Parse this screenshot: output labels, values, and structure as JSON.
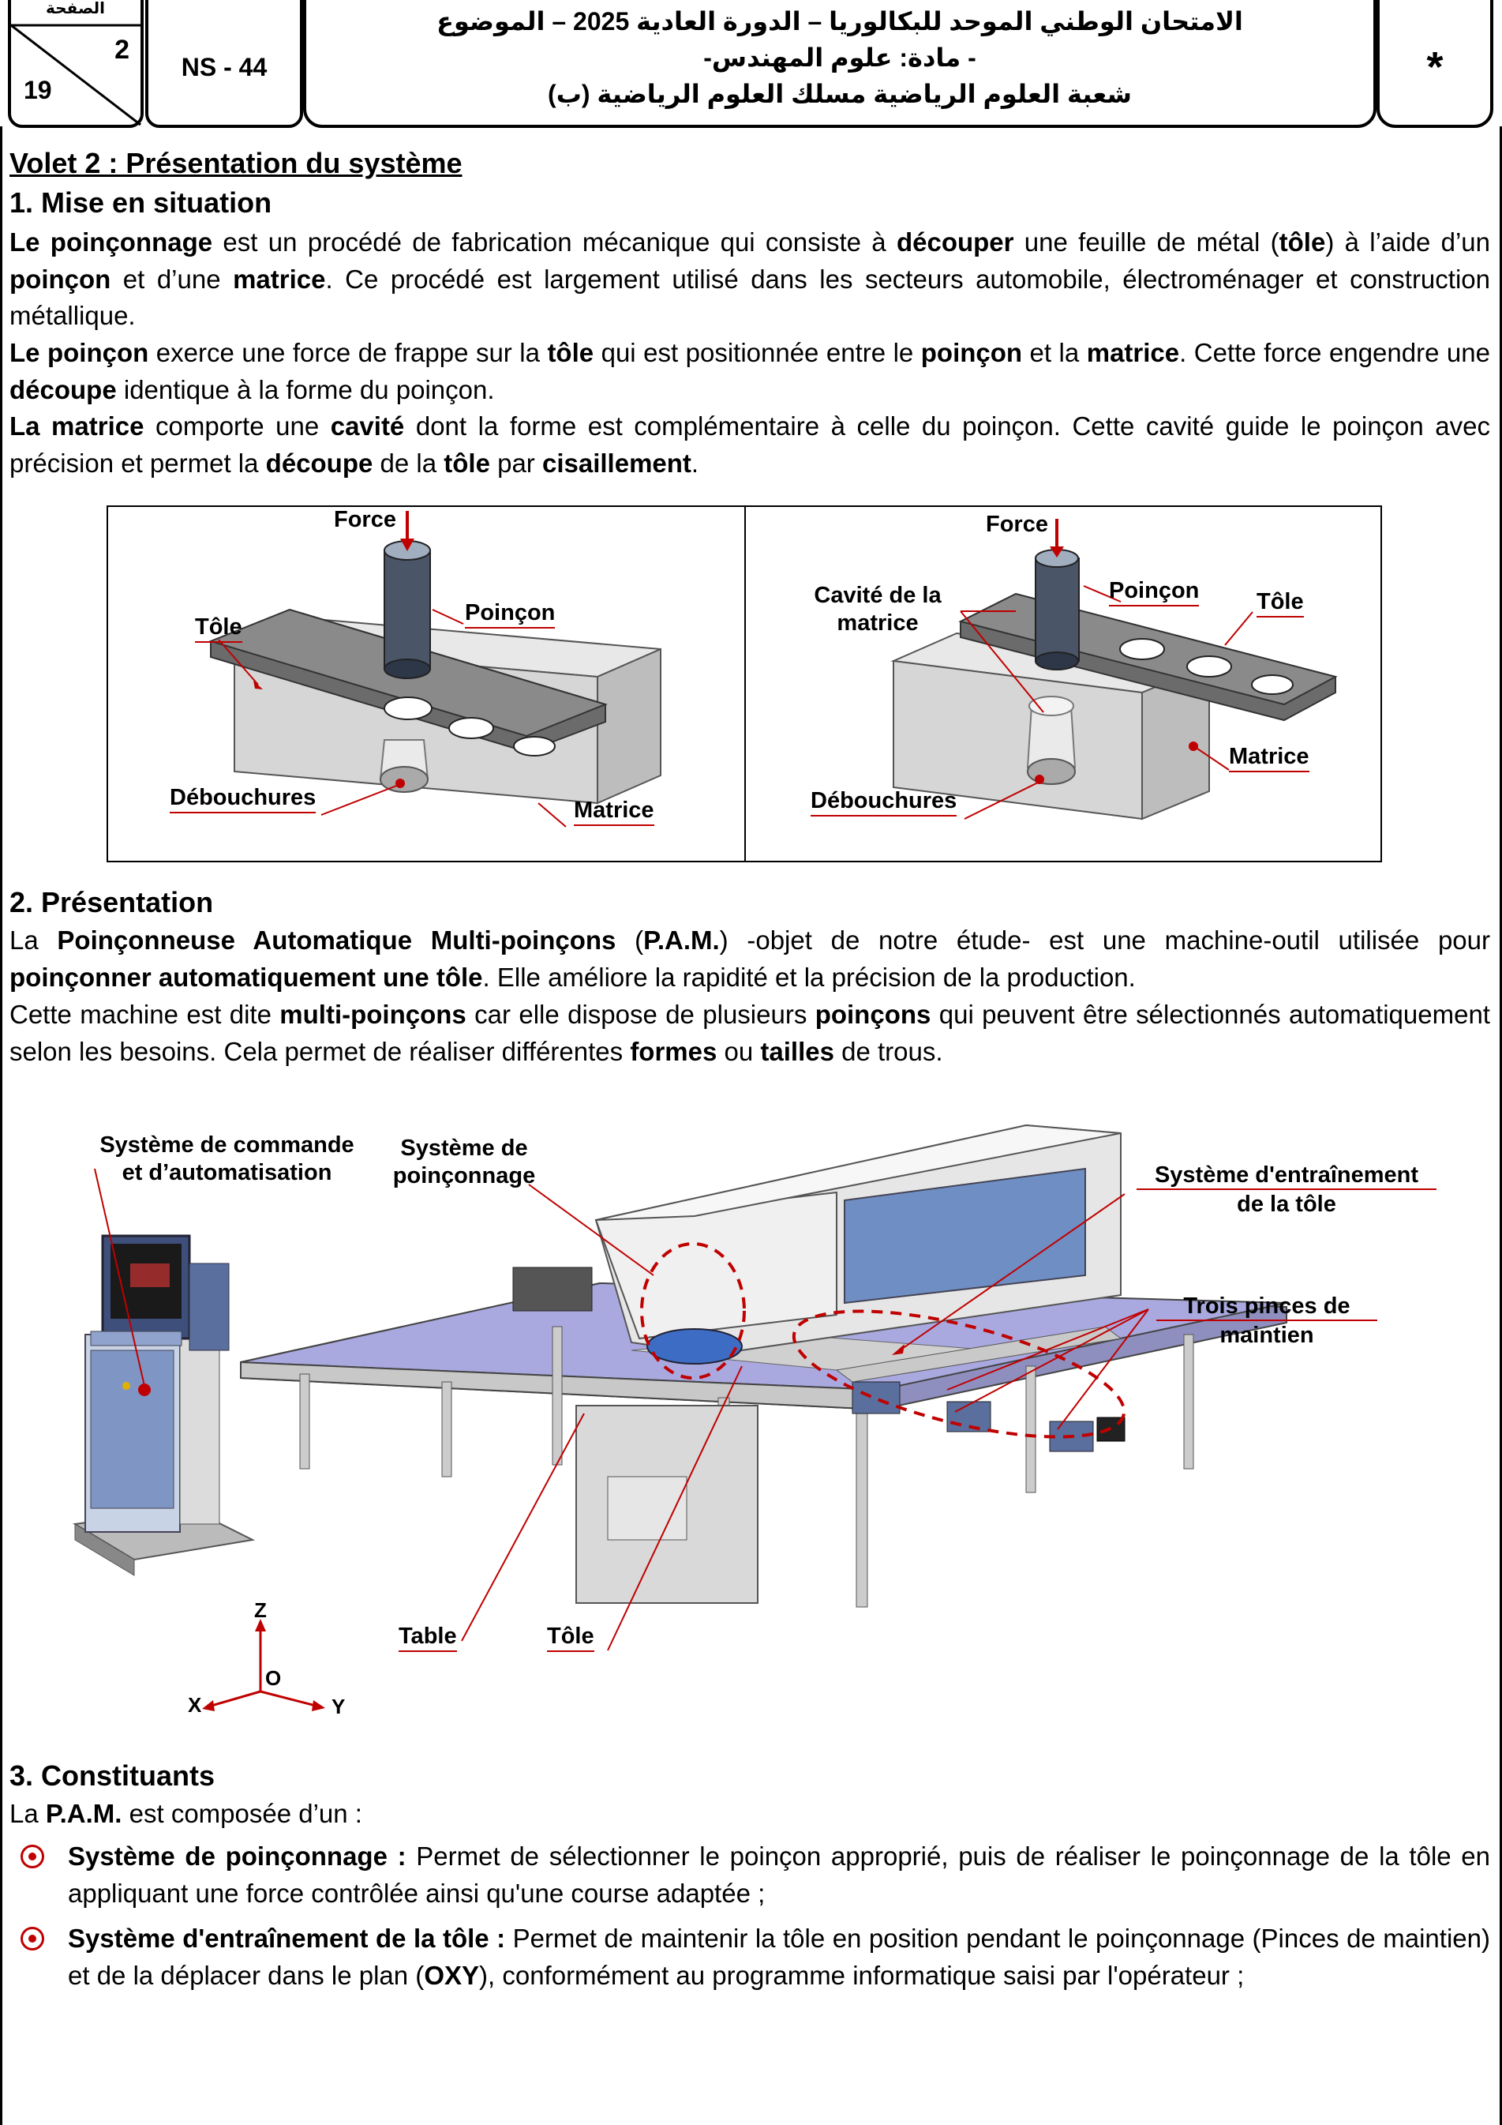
{
  "header": {
    "page_label": "الصفحة",
    "page_number": "2",
    "page_total": "19",
    "code": "NS - 44",
    "title_line1": "الامتحان الوطني الموحد للبكالوريا – الدورة العادية 2025 – الموضوع",
    "title_line2": "- مادة: علوم المهندس-",
    "title_line3": "شعبة العلوم الرياضية مسلك العلوم الرياضية (ب)",
    "star": "*"
  },
  "volet_title": "Volet 2 : Présentation du système",
  "section1": {
    "title": "1. Mise en situation",
    "p1_a": "Le poinçonnage",
    "p1_b": " est un procédé de fabrication mécanique qui consiste à ",
    "p1_c": "découper",
    "p1_d": " une feuille de métal (",
    "p1_e": "tôle",
    "p1_f": ") à l’aide d’un ",
    "p1_g": "poinçon",
    "p1_h": " et d’une ",
    "p1_i": "matrice",
    "p1_j": ". Ce procédé est largement utilisé dans les secteurs automobile, électroménager et construction métallique.",
    "p2_a": "Le poinçon",
    "p2_b": " exerce une force de frappe sur la ",
    "p2_c": "tôle",
    "p2_d": " qui est positionnée entre le ",
    "p2_e": "poinçon",
    "p2_f": " et la ",
    "p2_g": "matrice",
    "p2_h": ". Cette force engendre une ",
    "p2_i": "découpe",
    "p2_j": " identique à la forme du poinçon.",
    "p3_a": "La matrice",
    "p3_b": " comporte une ",
    "p3_c": "cavité",
    "p3_d": " dont la forme est complémentaire à celle du poinçon. Cette cavité guide le poinçon avec précision et permet la ",
    "p3_e": "découpe",
    "p3_f": " de la ",
    "p3_g": "tôle",
    "p3_h": " par ",
    "p3_i": "cisaillement",
    "p3_j": "."
  },
  "figure1": {
    "left": {
      "force": "Force",
      "poincon": "Poinçon",
      "tole": "Tôle",
      "debouchures": "Débouchures",
      "matrice": "Matrice"
    },
    "right": {
      "force": "Force",
      "poincon": "Poinçon",
      "tole": "Tôle",
      "cavite_1": "Cavité de la",
      "cavite_2": "matrice",
      "matrice": "Matrice",
      "debouchures": "Débouchures"
    }
  },
  "section2": {
    "title": "2. Présentation",
    "p1_a": "La ",
    "p1_b": "Poinçonneuse Automatique Multi-poinçons",
    "p1_c": " (",
    "p1_d": "P.A.M.",
    "p1_e": ") -objet de notre étude- est une machine-outil utilisée pour ",
    "p1_f": "poinçonner automatiquement une tôle",
    "p1_g": ". Elle améliore la rapidité et la précision de la production.",
    "p2_a": "Cette machine est dite ",
    "p2_b": "multi-poinçons",
    "p2_c": " car elle dispose de plusieurs ",
    "p2_d": "poinçons",
    "p2_e": " qui peuvent être sélectionnés automatiquement selon les besoins. Cela permet de réaliser différentes ",
    "p2_f": "formes",
    "p2_g": " ou ",
    "p2_h": "tailles",
    "p2_i": " de trous."
  },
  "figure2": {
    "commande_1": "Système de commande",
    "commande_2": "et d’automatisation",
    "poinconnage_1": "Système de",
    "poinconnage_2": "poinçonnage",
    "entrainement_1": "Système d'entraînement",
    "entrainement_2": "de la tôle",
    "pinces_1": "Trois pinces de",
    "pinces_2": "maintien",
    "table": "Table",
    "tole": "Tôle",
    "axis_z": "Z",
    "axis_o": "O",
    "axis_x": "X",
    "axis_y": "Y"
  },
  "section3": {
    "title": "3. Constituants",
    "intro_a": "La ",
    "intro_b": "P.A.M.",
    "intro_c": " est composée d’un :",
    "item1_title": "Système de poinçonnage :",
    "item1_text": " Permet de sélectionner le poinçon approprié, puis de réaliser le poinçonnage de la tôle en appliquant une force contrôlée ainsi qu'une course adaptée ;",
    "item2_title": "Système d'entraînement de la tôle :",
    "item2_text_a": " Permet de maintenir la tôle en position pendant le poinçonnage (Pinces de maintien) et de la déplacer dans le plan (",
    "item2_text_b": "OXY",
    "item2_text_c": "), conformément au programme informatique saisi par l'opérateur ;"
  },
  "colors": {
    "annotation_red": "#c00000",
    "table_purple": "#a9a9e0",
    "panel_blue": "#6f8fc4"
  }
}
